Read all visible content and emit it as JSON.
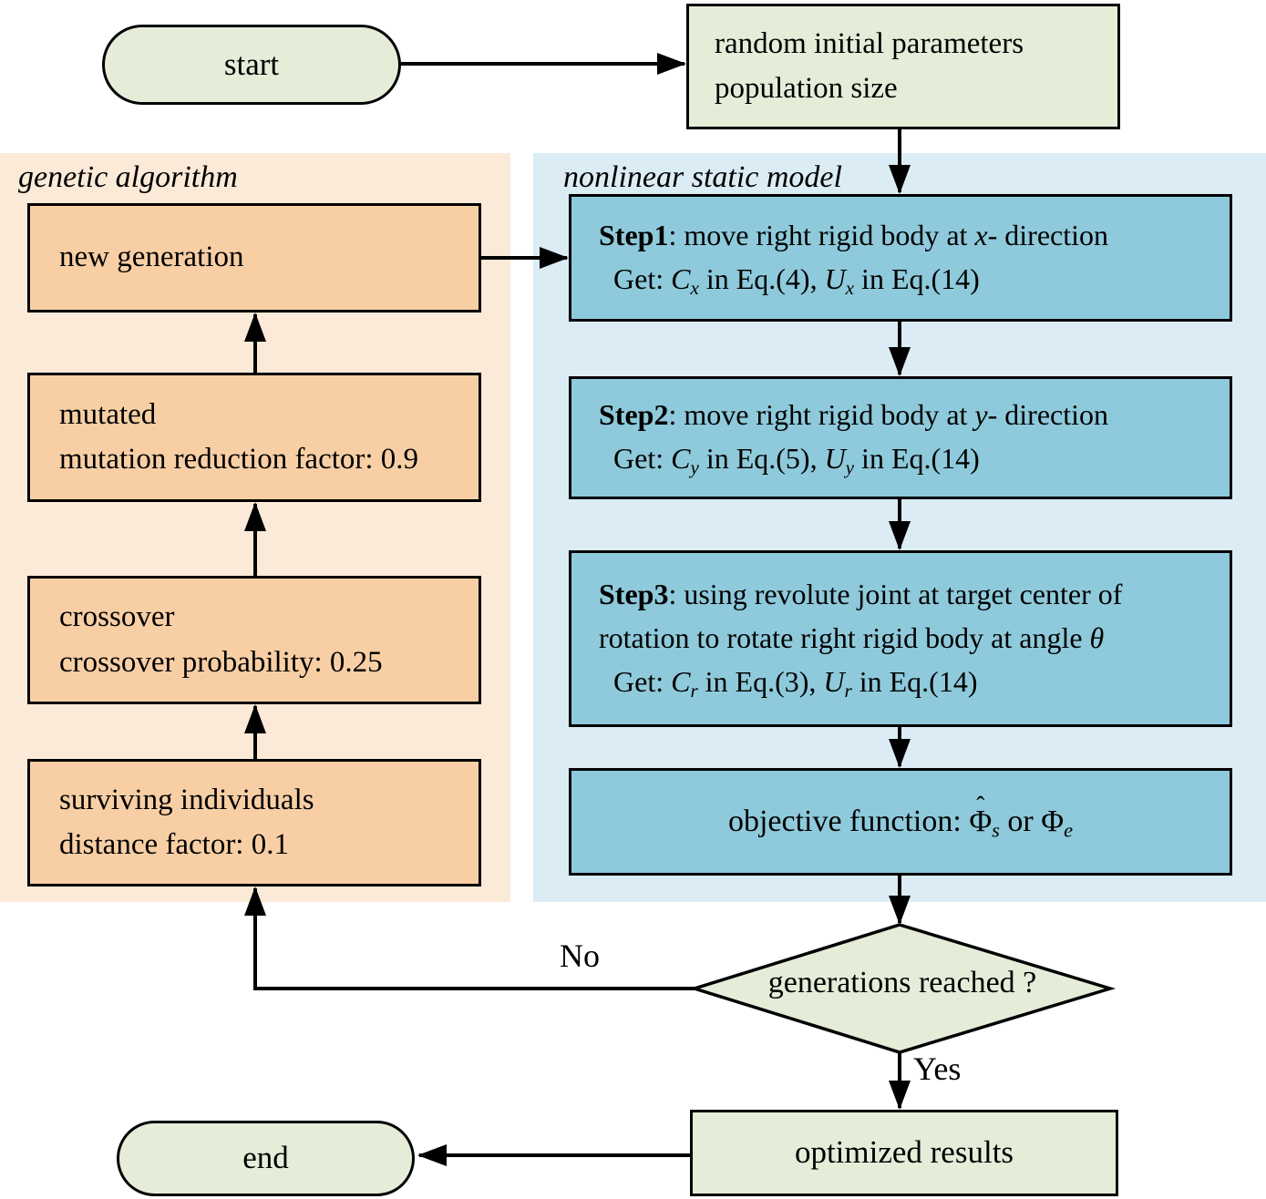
{
  "colors": {
    "green_fill": "#e5edd9",
    "orange_fill": "#f8cfa5",
    "peach_panel": "#fcead9",
    "blue_panel": "#dbecf5",
    "teal_fill": "#8ecadb",
    "line": "#000000"
  },
  "panels": {
    "ga_label": "genetic algorithm",
    "model_label": "nonlinear static model"
  },
  "nodes": {
    "start": {
      "label": "start"
    },
    "random_params": {
      "lines": [
        "random initial parameters",
        "population size"
      ]
    },
    "new_generation": {
      "label": "new generation"
    },
    "mutated": {
      "lines": [
        "mutated",
        "mutation reduction factor: 0.9"
      ]
    },
    "crossover": {
      "lines": [
        "crossover",
        "crossover probability: 0.25"
      ]
    },
    "surviving": {
      "lines": [
        "surviving individuals",
        "distance factor: 0.1"
      ]
    },
    "step1": {
      "lines": [
        [
          {
            "t": "Step1",
            "s": "b"
          },
          {
            "t": ": move right rigid body at "
          },
          {
            "t": "x",
            "s": "i"
          },
          {
            "t": "- direction"
          }
        ],
        [
          {
            "t": " Get: "
          },
          {
            "t": "C",
            "s": "i"
          },
          {
            "t": "x",
            "s": "isub"
          },
          {
            "t": " in Eq.(4), "
          },
          {
            "t": "U",
            "s": "i"
          },
          {
            "t": "x",
            "s": "isub"
          },
          {
            "t": " in Eq.(14)"
          }
        ]
      ]
    },
    "step2": {
      "lines": [
        [
          {
            "t": "Step2",
            "s": "b"
          },
          {
            "t": ": move right rigid body at "
          },
          {
            "t": "y",
            "s": "i"
          },
          {
            "t": "- direction"
          }
        ],
        [
          {
            "t": " Get: "
          },
          {
            "t": "C",
            "s": "i"
          },
          {
            "t": "y",
            "s": "isub"
          },
          {
            "t": " in Eq.(5), "
          },
          {
            "t": "U",
            "s": "i"
          },
          {
            "t": "y",
            "s": "isub"
          },
          {
            "t": " in Eq.(14)"
          }
        ]
      ]
    },
    "step3": {
      "lines": [
        [
          {
            "t": "Step3",
            "s": "b"
          },
          {
            "t": ": using revolute joint at target center of"
          }
        ],
        [
          {
            "t": "rotation to rotate right rigid body at angle "
          },
          {
            "t": "θ",
            "s": "i"
          }
        ],
        [
          {
            "t": " Get: "
          },
          {
            "t": "C",
            "s": "i"
          },
          {
            "t": "r",
            "s": "isub"
          },
          {
            "t": " in Eq.(3), "
          },
          {
            "t": "U",
            "s": "i"
          },
          {
            "t": "r",
            "s": "isub"
          },
          {
            "t": " in Eq.(14)"
          }
        ]
      ]
    },
    "objective": {
      "line": [
        [
          {
            "t": "objective function: "
          },
          {
            "t": "Φ",
            "s": "hat"
          },
          {
            "t": "s",
            "s": "isub"
          },
          {
            "t": " or "
          },
          {
            "t": "Φ"
          },
          {
            "t": "e",
            "s": "isub"
          }
        ]
      ]
    },
    "decision": {
      "label": "generations reached ?"
    },
    "optimized": {
      "label": "optimized results"
    },
    "end": {
      "label": "end"
    }
  },
  "edges": {
    "no_label": "No",
    "yes_label": "Yes"
  }
}
